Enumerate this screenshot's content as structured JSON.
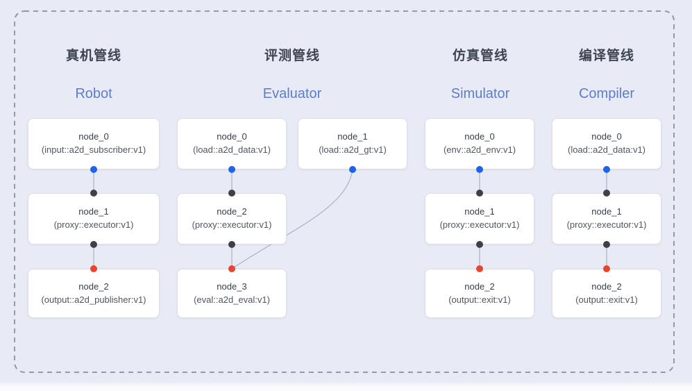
{
  "colors": {
    "background": "#E8EBF6",
    "frame": "#939AA6",
    "header_cn": "#3E4550",
    "header_en": "#5D7DC9",
    "node_border": "#DBDFE7",
    "node_title": "#3A414B",
    "node_sub": "#4E5662",
    "edge": "#A9B2C0",
    "port_blue": "#1E63E8",
    "port_black": "#3C4147",
    "port_red": "#EA4430"
  },
  "diagram": {
    "pipelines": [
      {
        "id": "robot",
        "title_cn": "真机管线",
        "title_en": "Robot",
        "nodes": [
          {
            "name": "node_0",
            "plugin": "(input::a2d_subscriber:v1)",
            "row": 0,
            "col": 0,
            "ports": [
              {
                "side": "bottom",
                "color": "blue"
              }
            ]
          },
          {
            "name": "node_1",
            "plugin": "(proxy::executor:v1)",
            "row": 1,
            "col": 0,
            "ports": [
              {
                "side": "top",
                "color": "black"
              },
              {
                "side": "bottom",
                "color": "black"
              }
            ]
          },
          {
            "name": "node_2",
            "plugin": "(output::a2d_publisher:v1)",
            "row": 2,
            "col": 0,
            "ports": [
              {
                "side": "top",
                "color": "red"
              }
            ]
          }
        ],
        "edges": [
          {
            "from": 0,
            "to": 1
          },
          {
            "from": 1,
            "to": 2
          }
        ]
      },
      {
        "id": "evaluator",
        "title_cn": "评测管线",
        "title_en": "Evaluator",
        "nodes": [
          {
            "name": "node_0",
            "plugin": "(load::a2d_data:v1)",
            "row": 0,
            "col": 0,
            "ports": [
              {
                "side": "bottom",
                "color": "blue"
              }
            ]
          },
          {
            "name": "node_1",
            "plugin": "(load::a2d_gt:v1)",
            "row": 0,
            "col": 1,
            "ports": [
              {
                "side": "bottom",
                "color": "blue"
              }
            ]
          },
          {
            "name": "node_2",
            "plugin": "(proxy::executor:v1)",
            "row": 1,
            "col": 0,
            "ports": [
              {
                "side": "top",
                "color": "black"
              },
              {
                "side": "bottom",
                "color": "black"
              }
            ]
          },
          {
            "name": "node_3",
            "plugin": "(eval::a2d_eval:v1)",
            "row": 2,
            "col": 0,
            "ports": [
              {
                "side": "top",
                "color": "red"
              }
            ]
          }
        ],
        "edges": [
          {
            "from": 0,
            "to": 2
          },
          {
            "from": 2,
            "to": 3
          },
          {
            "from": 1,
            "to": 3
          }
        ]
      },
      {
        "id": "simulator",
        "title_cn": "仿真管线",
        "title_en": "Simulator",
        "nodes": [
          {
            "name": "node_0",
            "plugin": "(env::a2d_env:v1)",
            "row": 0,
            "col": 0,
            "ports": [
              {
                "side": "bottom",
                "color": "blue"
              }
            ]
          },
          {
            "name": "node_1",
            "plugin": "(proxy::executor:v1)",
            "row": 1,
            "col": 0,
            "ports": [
              {
                "side": "top",
                "color": "black"
              },
              {
                "side": "bottom",
                "color": "black"
              }
            ]
          },
          {
            "name": "node_2",
            "plugin": "(output::exit:v1)",
            "row": 2,
            "col": 0,
            "ports": [
              {
                "side": "top",
                "color": "red"
              }
            ]
          }
        ],
        "edges": [
          {
            "from": 0,
            "to": 1
          },
          {
            "from": 1,
            "to": 2
          }
        ]
      },
      {
        "id": "compiler",
        "title_cn": "编译管线",
        "title_en": "Compiler",
        "nodes": [
          {
            "name": "node_0",
            "plugin": "(load::a2d_data:v1)",
            "row": 0,
            "col": 0,
            "ports": [
              {
                "side": "bottom",
                "color": "blue"
              }
            ]
          },
          {
            "name": "node_1",
            "plugin": "(proxy::executor:v1)",
            "row": 1,
            "col": 0,
            "ports": [
              {
                "side": "top",
                "color": "black"
              },
              {
                "side": "bottom",
                "color": "black"
              }
            ]
          },
          {
            "name": "node_2",
            "plugin": "(output::exit:v1)",
            "row": 2,
            "col": 0,
            "ports": [
              {
                "side": "top",
                "color": "red"
              }
            ]
          }
        ],
        "edges": [
          {
            "from": 0,
            "to": 1
          },
          {
            "from": 1,
            "to": 2
          }
        ]
      }
    ]
  }
}
